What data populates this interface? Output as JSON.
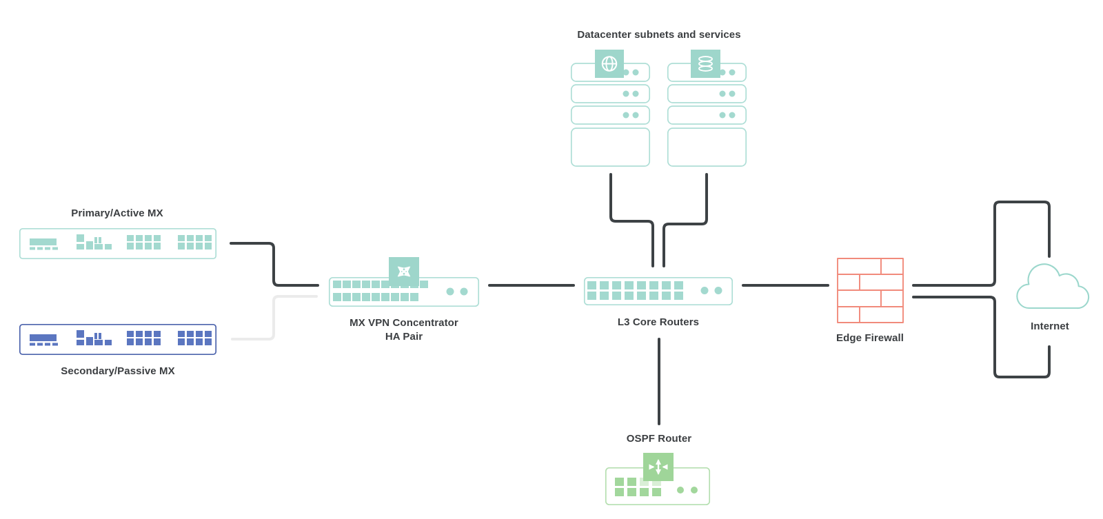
{
  "diagram": {
    "labels": {
      "primary_mx": "Primary/Active MX",
      "secondary_mx": "Secondary/Passive MX",
      "vpn_concentrator_line1": "MX VPN Concentrator",
      "vpn_concentrator_line2": "HA Pair",
      "datacenter": "Datacenter subnets and services",
      "l3_core": "L3 Core Routers",
      "edge_firewall": "Edge Firewall",
      "internet": "Internet",
      "ospf": "OSPF Router"
    },
    "palette": {
      "teal": "#a3d9cf",
      "teal_border": "#aeded6",
      "teal_badge": "#9ed6cb",
      "blue": "#5b76c0",
      "blue_border": "#4c63ac",
      "green": "#a2d79c",
      "green_border": "#b5dfb0",
      "green_badge": "#9fd599",
      "red": "#f18a7b",
      "line_dark": "#3d4245",
      "line_light": "#ebebeb",
      "cloud_stroke": "#9bd7cc",
      "text": "#3b3e41",
      "background": "#ffffff"
    },
    "icons": [
      "vpn-crossed-arrows-icon",
      "globe-icon",
      "database-icon",
      "router-arrows-icon",
      "firewall-bricks-icon",
      "cloud-icon"
    ]
  }
}
